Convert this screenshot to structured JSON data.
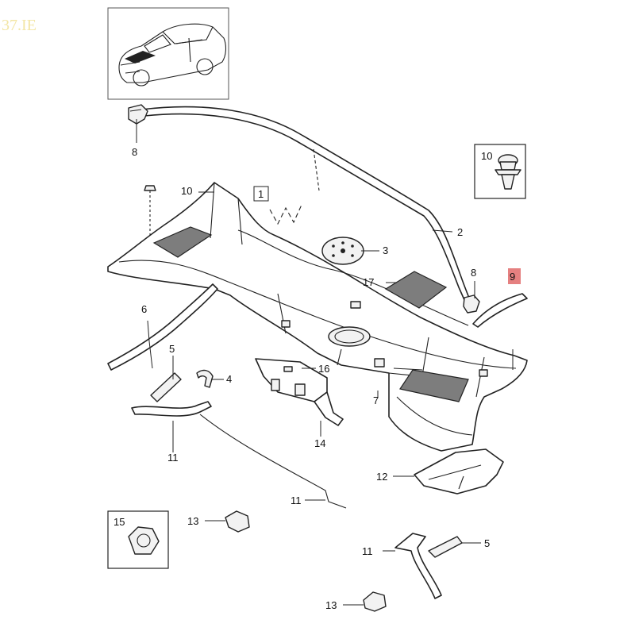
{
  "watermark": "37.IE",
  "callouts": [
    {
      "id": "c1",
      "text": "1"
    },
    {
      "id": "c2",
      "text": "2"
    },
    {
      "id": "c3",
      "text": "3"
    },
    {
      "id": "c4",
      "text": "4"
    },
    {
      "id": "c5a",
      "text": "5"
    },
    {
      "id": "c5b",
      "text": "5"
    },
    {
      "id": "c6",
      "text": "6"
    },
    {
      "id": "c7",
      "text": "7"
    },
    {
      "id": "c8a",
      "text": "8"
    },
    {
      "id": "c8b",
      "text": "8"
    },
    {
      "id": "c9",
      "text": "9"
    },
    {
      "id": "c10a",
      "text": "10"
    },
    {
      "id": "c10b",
      "text": "10"
    },
    {
      "id": "c11a",
      "text": "11"
    },
    {
      "id": "c11b",
      "text": "11"
    },
    {
      "id": "c11c",
      "text": "11"
    },
    {
      "id": "c12",
      "text": "12"
    },
    {
      "id": "c13a",
      "text": "13"
    },
    {
      "id": "c13b",
      "text": "13"
    },
    {
      "id": "c14",
      "text": "14"
    },
    {
      "id": "c15",
      "text": "15"
    },
    {
      "id": "c16",
      "text": "16"
    },
    {
      "id": "c17",
      "text": "17"
    }
  ],
  "highlight_color": "#e06a6a"
}
